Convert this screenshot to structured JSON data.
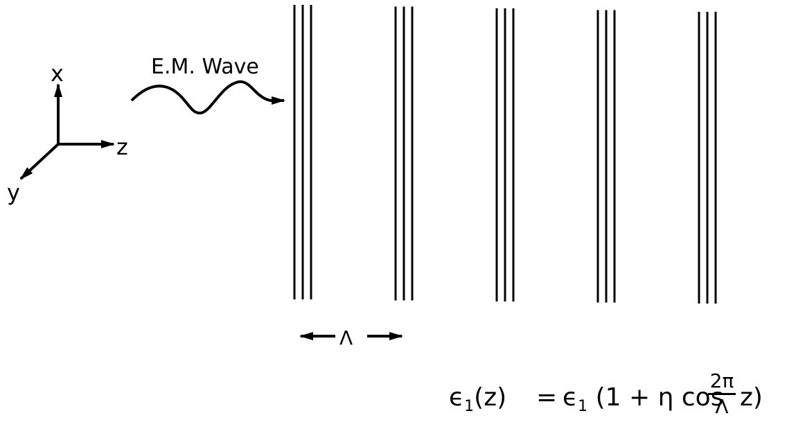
{
  "labels": {
    "axis_x": "x",
    "axis_y": "y",
    "axis_z": "z",
    "wave": "E.M. Wave",
    "period": "Λ"
  },
  "equation": {
    "lhs_symbol": "ϵ",
    "lhs_subscript": "1",
    "lhs_arg": "(z)",
    "equals": "=",
    "rhs_symbol": "ϵ",
    "rhs_subscript": "1",
    "rhs_body": "(1 + η cos",
    "frac_numerator": "2π",
    "frac_denominator": "Λ",
    "rhs_tail": "z)"
  },
  "layers": {
    "groups": 5,
    "lines_per_group": 3
  },
  "colors": {
    "ink": "#000000",
    "background": "#ffffff"
  }
}
